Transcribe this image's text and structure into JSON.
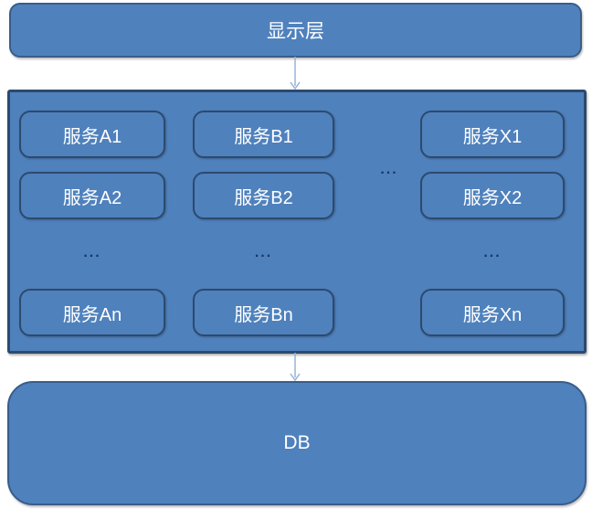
{
  "diagram_title": "layered-architecture",
  "colors": {
    "box_fill": "#4f81bd",
    "box_border": "#385d8a",
    "container_border": "#2c4a6e",
    "arrow": "#95b3d7",
    "ellipsis": "#17375e",
    "text": "#ffffff"
  },
  "layers": {
    "display_layer": {
      "label": "显示层"
    },
    "service_layer": {
      "columns": [
        {
          "services": [
            "服务A1",
            "服务A2",
            "服务An"
          ],
          "ellipsis": "..."
        },
        {
          "services": [
            "服务B1",
            "服务B2",
            "服务Bn"
          ],
          "ellipsis": "..."
        },
        {
          "services": [
            "服务X1",
            "服务X2",
            "服务Xn"
          ],
          "ellipsis": "..."
        }
      ],
      "between_columns_ellipsis": "..."
    },
    "db_layer": {
      "label": "DB"
    }
  }
}
